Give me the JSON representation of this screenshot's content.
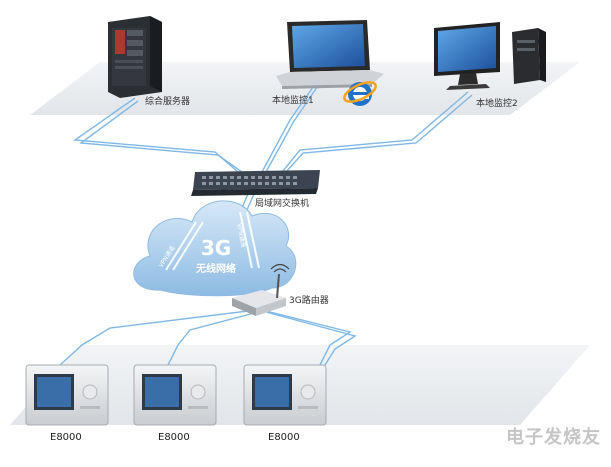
{
  "labels": {
    "server": "综合服务器",
    "monitor1": "本地监控1",
    "monitor2": "本地监控2",
    "switch": "局域网交换机",
    "cloud_3g": "3G",
    "cloud_wireless": "无线网络",
    "vpn_left": "VPN通道",
    "vpn_right": "VPN通道",
    "router": "3G路由器",
    "device1": "E8000",
    "device2": "E8000",
    "device3": "E8000"
  },
  "watermark": "电子发烧友",
  "colors": {
    "link": "#7fb8e6",
    "cloud": "#a9cdec",
    "platform": "#e8ebef",
    "ie_blue": "#1e73c8",
    "ie_orange": "#f4a31b"
  },
  "icons": [
    "server-icon",
    "laptop-icon",
    "ie-logo-icon",
    "desktop-pc-icon",
    "network-switch-icon",
    "cloud-icon",
    "router-icon",
    "wifi-icon",
    "e8000-device-icon"
  ]
}
